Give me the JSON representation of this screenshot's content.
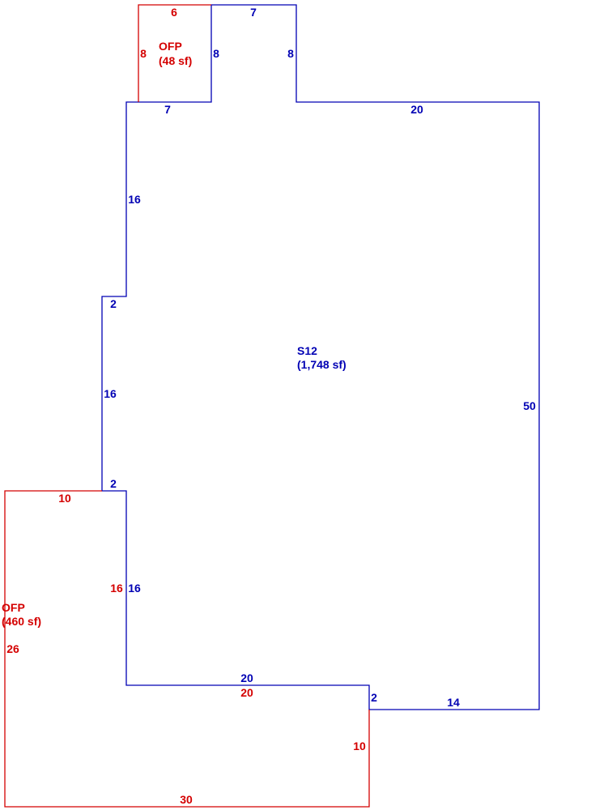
{
  "colors": {
    "main": "#0000b4",
    "porch": "#d40000",
    "background": "#ffffff"
  },
  "areas": {
    "main": {
      "code": "S12",
      "area": "(1,748 sf)"
    },
    "porch_top": {
      "code": "OFP",
      "area": "(48 sf)"
    },
    "porch_bottom": {
      "code": "OFP",
      "area": "(460 sf)"
    }
  },
  "dimensions": {
    "main": [
      "7",
      "8",
      "8",
      "20",
      "7",
      "16",
      "2",
      "16",
      "2",
      "16",
      "20",
      "2",
      "14",
      "50"
    ],
    "porch_top": [
      "6",
      "8"
    ],
    "porch_bottom": [
      "10",
      "16",
      "26",
      "20",
      "10",
      "30"
    ]
  }
}
